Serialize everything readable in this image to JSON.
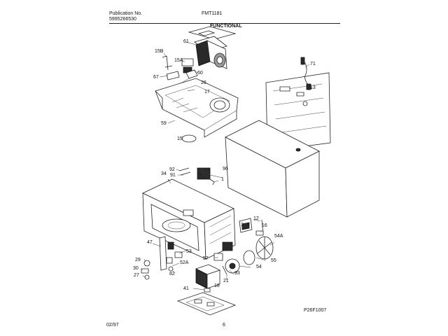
{
  "header": {
    "publication_label": "Publication No.",
    "publication_number": "5995266530",
    "model": "FMT1181",
    "section": "FUNCTIONAL"
  },
  "footer": {
    "date": "02/97",
    "page": "6",
    "figure_code": "P26F1007"
  },
  "callouts": [
    "61",
    "15B",
    "15A",
    "60",
    "67",
    "26",
    "17",
    "59",
    "15",
    "71",
    "13",
    "92",
    "91",
    "96",
    "1",
    "34",
    "3",
    "12",
    "16",
    "54A",
    "47",
    "53",
    "55",
    "29",
    "30",
    "27",
    "52A",
    "57",
    "82",
    "93",
    "54",
    "21",
    "41",
    "18"
  ]
}
